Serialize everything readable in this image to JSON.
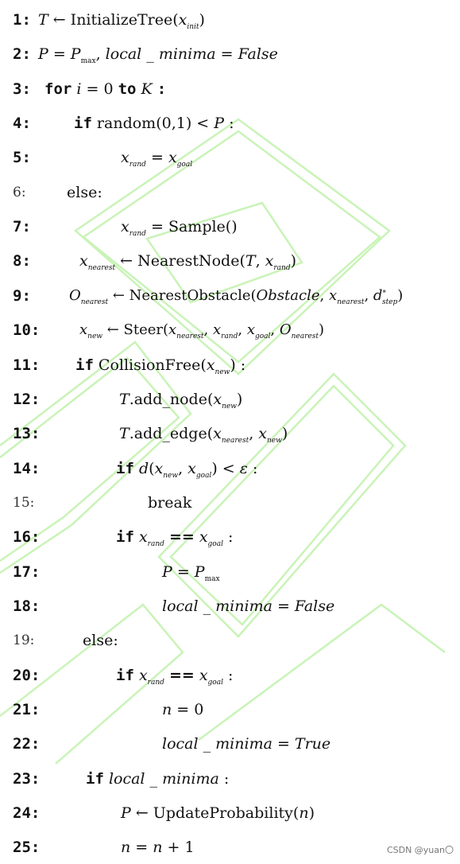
{
  "lines": [
    {
      "num": "1:",
      "text": "T ← InitializeTree(x_init)"
    },
    {
      "num": "2:",
      "text": "P = P_max, local _ minima = False"
    },
    {
      "num": "3:",
      "text": "for i = 0 to K :"
    },
    {
      "num": "4:",
      "text": "if random(0,1) < P :"
    },
    {
      "num": "5:",
      "text": "x_rand = x_goal"
    },
    {
      "num": "6:",
      "text": "else:"
    },
    {
      "num": "7:",
      "text": "x_rand = Sample()"
    },
    {
      "num": "8:",
      "text": "x_nearest ← NearestNode(T, x_rand)"
    },
    {
      "num": "9:",
      "text": "O_nearest ← NearestObstacle(Obstacle, x_nearest, d*_step)"
    },
    {
      "num": "10:",
      "text": "x_new ← Steer(x_nearest, x_rand, x_goal, O_nearest)"
    },
    {
      "num": "11:",
      "text": "if CollisionFree(x_new) :"
    },
    {
      "num": "12:",
      "text": "T.add_node(x_new)"
    },
    {
      "num": "13:",
      "text": "T.add_edge(x_nearest, x_new)"
    },
    {
      "num": "14:",
      "text": "if d(x_new, x_goal) < ε :"
    },
    {
      "num": "15:",
      "text": "break"
    },
    {
      "num": "16:",
      "text": "if x_rand == x_goal :"
    },
    {
      "num": "17:",
      "text": "P = P_max"
    },
    {
      "num": "18:",
      "text": "local _ minima = False"
    },
    {
      "num": "19:",
      "text": "else:"
    },
    {
      "num": "20:",
      "text": "if x_rand == x_goal :"
    },
    {
      "num": "21:",
      "text": "n = 0"
    },
    {
      "num": "22:",
      "text": "local _ minima = True"
    },
    {
      "num": "23:",
      "text": "if local _ minima :"
    },
    {
      "num": "24:",
      "text": "P ← UpdateProbability(n)"
    },
    {
      "num": "25:",
      "text": "n = n + 1"
    }
  ],
  "credit": "CSDN @yuan〇",
  "watermark": {
    "color": "#b8f0a0",
    "icon": "watermark-logo-icon"
  }
}
